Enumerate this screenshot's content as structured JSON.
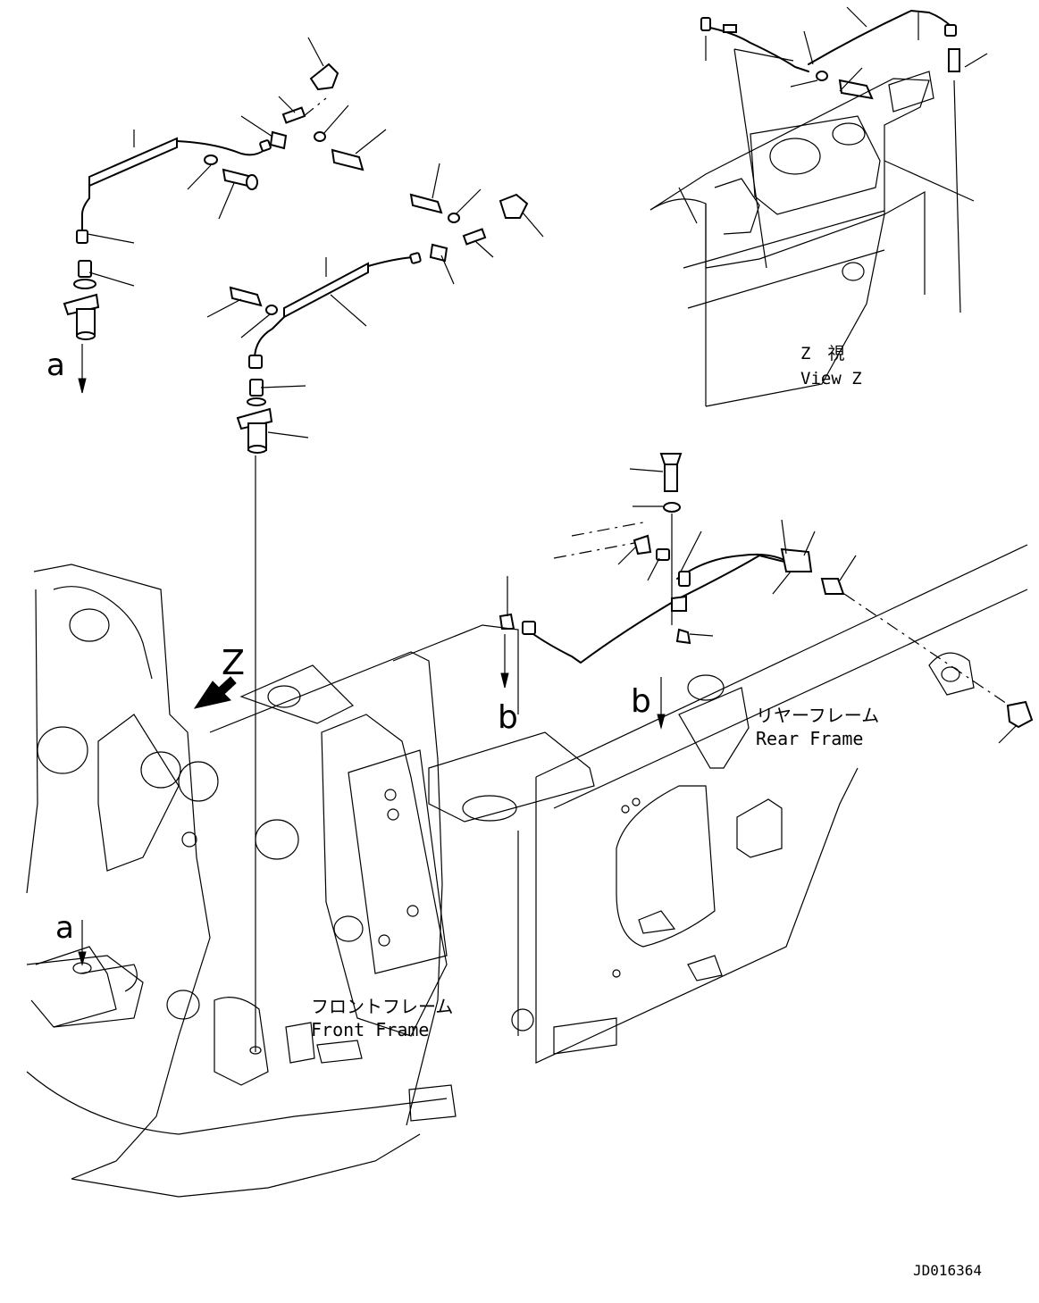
{
  "labels": {
    "view_z_jp": "Z　視",
    "view_z_en": "View Z",
    "arrow_z": "Z",
    "ref_a_top": "a",
    "ref_a_bottom": "a",
    "ref_b_left": "b",
    "ref_b_right": "b",
    "rear_frame_jp": "リヤーフレーム",
    "rear_frame_en": "Rear Frame",
    "front_frame_jp": "フロントフレーム",
    "front_frame_en": "Front Frame",
    "drawing_id": "JD016364"
  },
  "icons": {
    "view_arrow": "large-solid-arrow",
    "reference_arrow": "small-down-arrow"
  }
}
